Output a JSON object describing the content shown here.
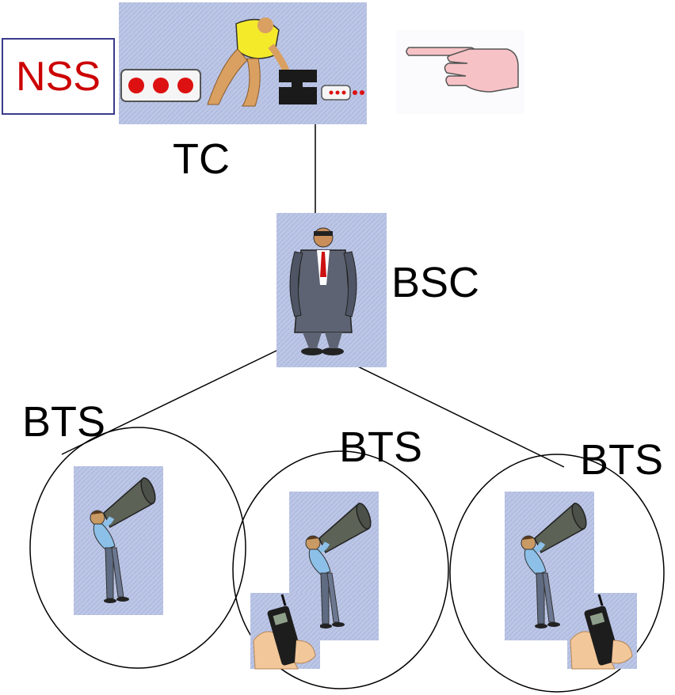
{
  "nss_label": "NSS",
  "tc_label": "TC",
  "bsc_label": "BSC",
  "bts_labels": [
    "BTS",
    "BTS",
    "BTS"
  ],
  "icons": {
    "tc": "weightlifter-transcoder-icon",
    "pointer": "pointing-hand-icon",
    "bsc": "manager-standing-icon",
    "bts": "megaphone-man-icon",
    "phone": "mobile-phone-in-hand-icon"
  },
  "colors": {
    "nss_text": "#cc0000",
    "nss_border": "#3a3a8c",
    "clipart_bg": "#b9c3e3",
    "line": "#000000"
  }
}
